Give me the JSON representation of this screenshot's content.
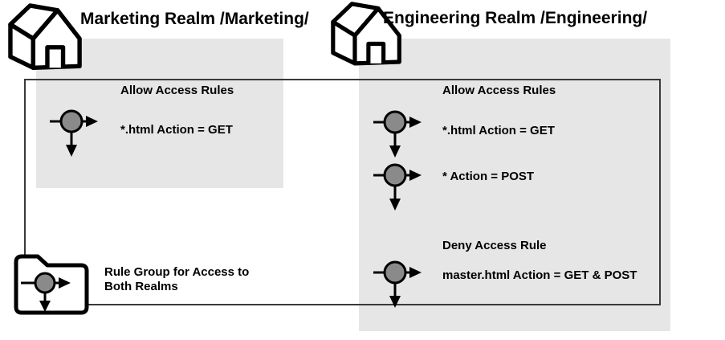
{
  "diagram": {
    "marketing": {
      "title": "Marketing Realm /Marketing/",
      "allow_heading": "Allow Access Rules",
      "allow_rules": [
        "*.html Action = GET"
      ]
    },
    "engineering": {
      "title": "Engineering Realm /Engineering/",
      "allow_heading": "Allow Access Rules",
      "allow_rules": [
        "*.html Action = GET",
        "* Action = POST"
      ],
      "deny_heading": "Deny Access Rule",
      "deny_rules": [
        "master.html Action = GET & POST"
      ]
    },
    "rule_group": {
      "line1": "Rule Group for Access to",
      "line2": "Both Realms"
    },
    "icons": {
      "house": "house-icon",
      "access_rule": "access-rule-icon",
      "rule_group_folder": "folder-rule-group-icon"
    },
    "colors": {
      "zone_fill": "#e6e6e6",
      "rule_node_fill": "#8a8a8a",
      "outline": "#000000",
      "boundary": "#3a3a3a"
    }
  }
}
